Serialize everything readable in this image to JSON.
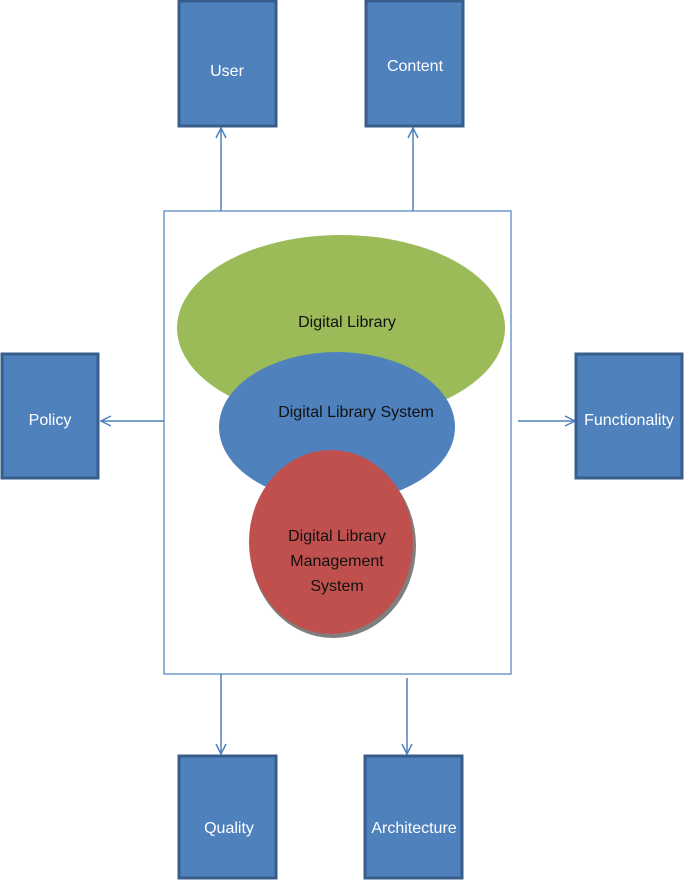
{
  "diagram": {
    "center": {
      "outer": "Digital Library",
      "middle": "Digital Library System",
      "inner_line1": "Digital Library",
      "inner_line2": "Management",
      "inner_line3": "System"
    },
    "boxes": {
      "user": "User",
      "content": "Content",
      "policy": "Policy",
      "functionality": "Functionality",
      "quality": "Quality",
      "architecture": "Architecture"
    }
  },
  "colors": {
    "box_fill": "#4f81bd",
    "box_border": "#385d8a",
    "connector": "#4f81bd",
    "outer_ellipse": "#9bbb59",
    "middle_ellipse": "#4f81bd",
    "inner_ellipse": "#c0504d"
  }
}
